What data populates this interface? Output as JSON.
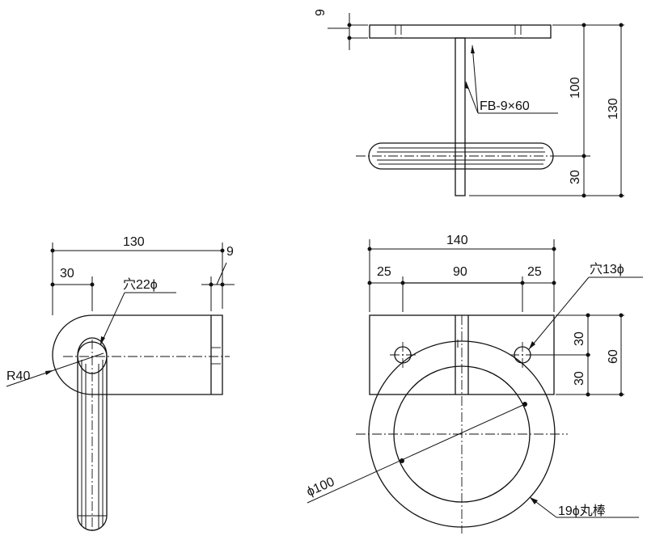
{
  "dimensions": {
    "top_plate_thickness": "9",
    "top_material": "FB-9×60",
    "top_height_100": "100",
    "top_height_130": "130",
    "top_height_30": "30",
    "side_width_130": "130",
    "side_thickness_9": "9",
    "side_offset_30": "30",
    "side_hole": "穴22ϕ",
    "side_radius": "R40",
    "front_width_140": "140",
    "front_left_25": "25",
    "front_mid_90": "90",
    "front_right_25": "25",
    "front_hole": "穴13ϕ",
    "front_h30_top": "30",
    "front_h30_bottom": "30",
    "front_h60": "60",
    "ring_diameter": "ϕ100",
    "ring_rod": "19ϕ丸棒"
  }
}
